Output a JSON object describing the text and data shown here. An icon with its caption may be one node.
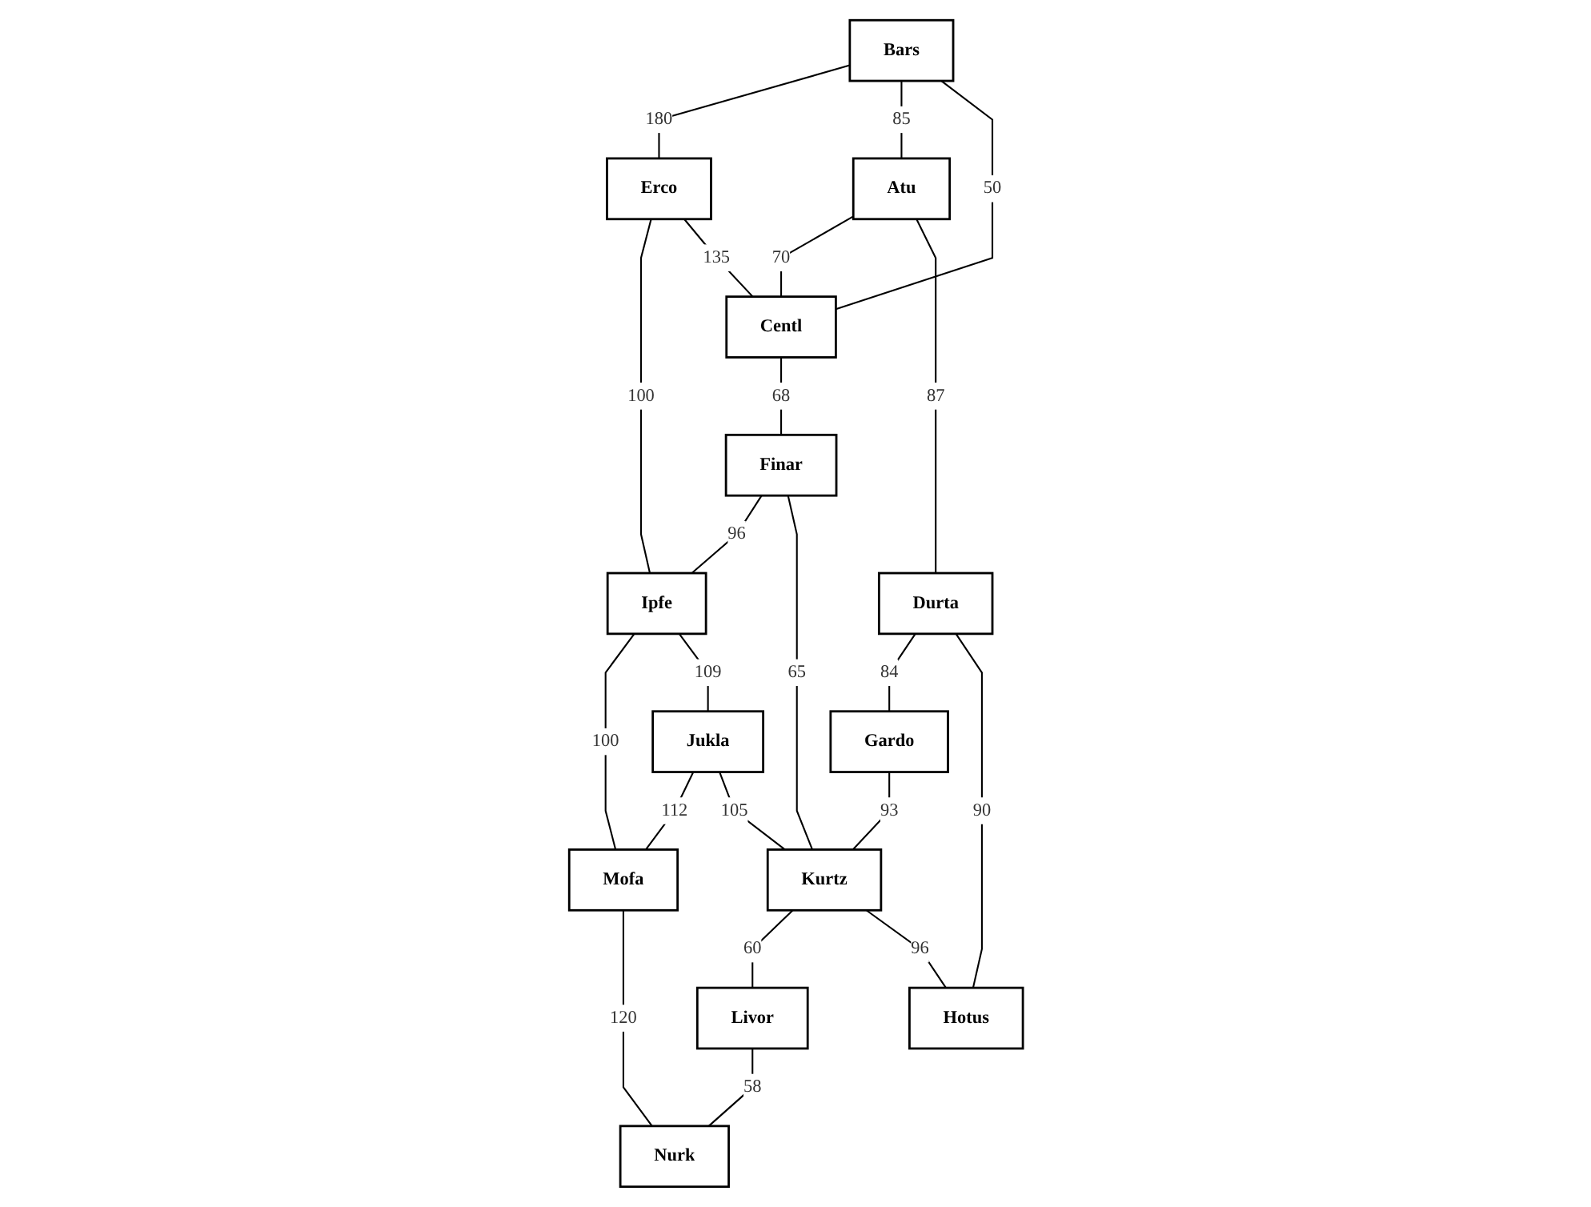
{
  "diagram": {
    "nodes": [
      {
        "text": [
          "Erco"
        ]
      },
      {
        "text": [
          "Bars"
        ]
      },
      {
        "text": [
          "Ipfe"
        ]
      },
      {
        "text": [
          "Centl"
        ]
      },
      {
        "text": [
          "Mofa"
        ]
      },
      {
        "text": [
          "Atu"
        ]
      },
      {
        "text": [
          "Finar"
        ]
      },
      {
        "text": [
          "Jukla"
        ]
      },
      {
        "text": [
          "Gardo"
        ]
      },
      {
        "text": [
          "Nurk"
        ]
      },
      {
        "text": [
          "Durta"
        ]
      },
      {
        "text": [
          "Kurtz"
        ]
      },
      {
        "text": [
          "Livor"
        ]
      },
      {
        "text": [
          "Hotus"
        ]
      }
    ],
    "edges": [
      {
        "from": 1,
        "to": 0,
        "arrow": "none",
        "label": "180"
      },
      {
        "from": 0,
        "to": 2,
        "arrow": "none",
        "label": "100"
      },
      {
        "from": 0,
        "to": 3,
        "arrow": "none",
        "label": "135"
      },
      {
        "from": 1,
        "to": 5,
        "arrow": "none",
        "label": "85"
      },
      {
        "from": 1,
        "to": 3,
        "arrow": "none",
        "label": "50"
      },
      {
        "from": 5,
        "to": 3,
        "arrow": "none",
        "label": "70"
      },
      {
        "from": 3,
        "to": 6,
        "arrow": "none",
        "label": "68"
      },
      {
        "from": 6,
        "to": 2,
        "arrow": "none",
        "label": "96"
      },
      {
        "from": 2,
        "to": 4,
        "arrow": "none",
        "label": "100"
      },
      {
        "from": 2,
        "to": 7,
        "arrow": "none",
        "label": "109"
      },
      {
        "from": 7,
        "to": 4,
        "arrow": "none",
        "label": "112"
      },
      {
        "from": 4,
        "to": 9,
        "arrow": "none",
        "label": "120"
      },
      {
        "from": 5,
        "to": 10,
        "arrow": "none",
        "label": "87"
      },
      {
        "from": 6,
        "to": 11,
        "arrow": "none",
        "label": "65"
      },
      {
        "from": 10,
        "to": 8,
        "arrow": "none",
        "label": "84"
      },
      {
        "from": 8,
        "to": 11,
        "arrow": "none",
        "label": "93"
      },
      {
        "from": 7,
        "to": 11,
        "arrow": "none",
        "label": "105"
      },
      {
        "from": 11,
        "to": 12,
        "arrow": "none",
        "label": "60"
      },
      {
        "from": 12,
        "to": 9,
        "arrow": "none",
        "label": "58"
      },
      {
        "from": 10,
        "to": 13,
        "arrow": "none",
        "label": "90"
      },
      {
        "from": 11,
        "to": 13,
        "arrow": "none",
        "label": "96"
      }
    ]
  }
}
